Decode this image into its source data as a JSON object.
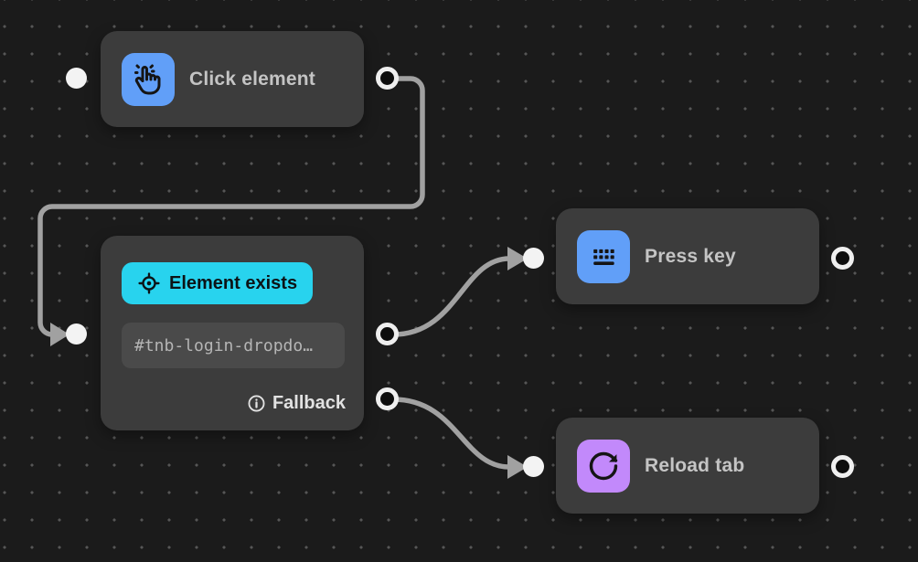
{
  "canvas": {
    "background": "#1b1b1b",
    "dot_color": "#565656",
    "edge_color": "#a1a1a1"
  },
  "nodes": {
    "click_element": {
      "label": "Click element",
      "icon": "hand-click-icon",
      "icon_bg": "#619ff8"
    },
    "element_exists": {
      "label": "Element exists",
      "icon": "target-locate-icon",
      "badge_bg": "#28d3ee",
      "selector": "#tnb-login-dropdo…",
      "fallback_label": "Fallback"
    },
    "press_key": {
      "label": "Press key",
      "icon": "keyboard-icon",
      "icon_bg": "#619ff8"
    },
    "reload_tab": {
      "label": "Reload tab",
      "icon": "reload-icon",
      "icon_bg": "#c289fb"
    }
  }
}
